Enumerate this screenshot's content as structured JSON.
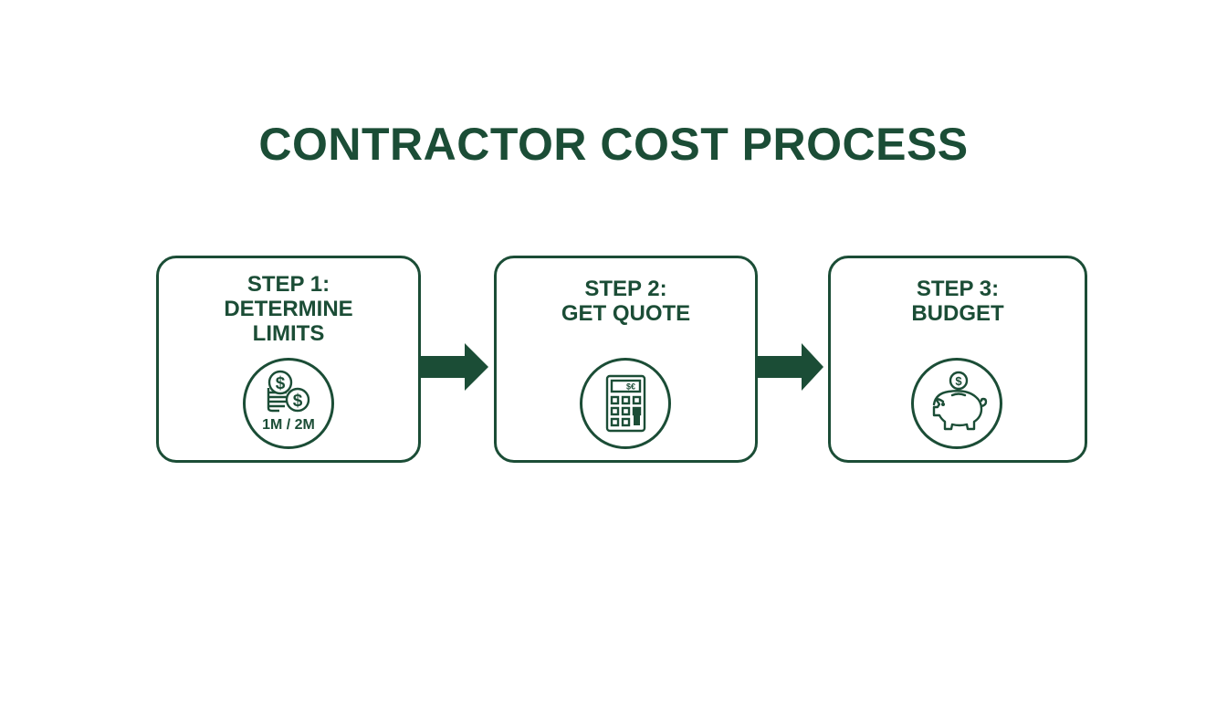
{
  "title": "CONTRACTOR COST PROCESS",
  "colors": {
    "primary": "#1b4d36",
    "background": "#ffffff"
  },
  "steps": [
    {
      "label_lines": [
        "STEP 1:",
        "DETERMINE",
        "LIMITS"
      ],
      "icon": "stacked-coins-icon",
      "icon_text": "1M / 2M"
    },
    {
      "label_lines": [
        "STEP 2:",
        "GET QUOTE"
      ],
      "icon": "calculator-icon",
      "icon_text": "$€"
    },
    {
      "label_lines": [
        "STEP 3:",
        "BUDGET"
      ],
      "icon": "piggy-bank-icon",
      "icon_text": "$"
    }
  ],
  "connectors": [
    "right-arrow-icon",
    "right-arrow-icon"
  ]
}
